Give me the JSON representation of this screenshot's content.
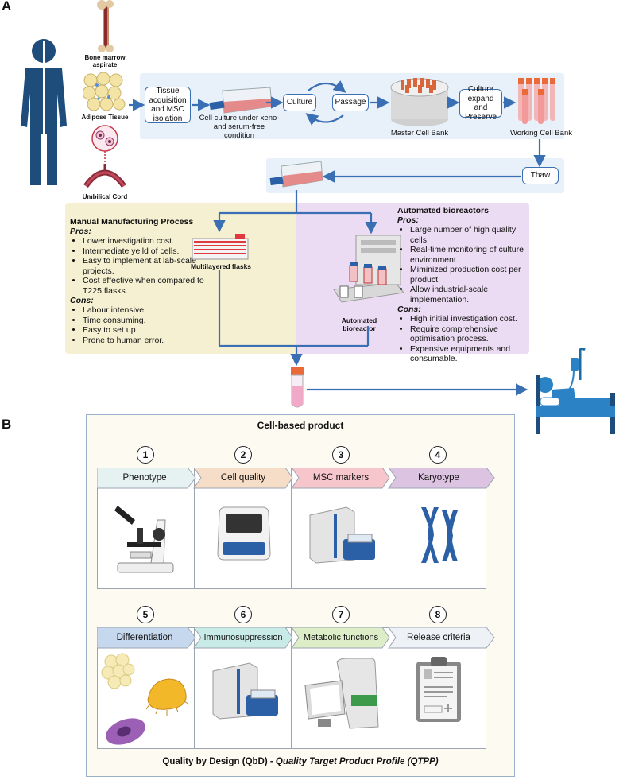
{
  "panel_a": {
    "letter": "A",
    "sources": {
      "bone_marrow": "Bone marrow aspirate",
      "adipose": "Adipose Tissue",
      "umbilical": "Umbilical Cord"
    },
    "flow": {
      "tissue_acq": "Tissue acquisition and MSC isolation",
      "cell_culture": "Cell culture under xeno- and serum-free condition",
      "culture": "Culture",
      "passage": "Passage",
      "master_bank": "Master Cell Bank",
      "expand": "Culture expand and Preserve",
      "working_bank": "Working Cell Bank",
      "thaw": "Thaw"
    },
    "manual": {
      "title": "Manual Manufacturing Process",
      "pros_label": "Pros:",
      "pros": [
        "Lower investigation cost.",
        "Intermediate yeild of cells.",
        "Easy to implement at lab-scale projects.",
        "Cost effective when compared to T225 flasks."
      ],
      "cons_label": "Cons:",
      "cons": [
        "Labour intensive.",
        "Time consuming.",
        "Easy to set up.",
        "Prone to human error."
      ],
      "device_label": "Multilayered flasks"
    },
    "auto": {
      "title": "Automated bioreactors",
      "pros_label": "Pros:",
      "pros": [
        "Large number of high quality cells.",
        "Real-time monitoring of culture environment.",
        "Miminized production cost per product.",
        "Allow industrial-scale implementation."
      ],
      "cons_label": "Cons:",
      "cons": [
        "High initial investigation cost.",
        "Require comprehensive optimisation process.",
        "Expensive equipments and consumable."
      ],
      "device_label": "Automated bioreactor"
    }
  },
  "panel_b": {
    "letter": "B",
    "title": "Cell-based product",
    "steps": [
      {
        "num": "1",
        "label": "Phenotype",
        "color": "#e6f1f2"
      },
      {
        "num": "2",
        "label": "Cell quality",
        "color": "#f6ddc8"
      },
      {
        "num": "3",
        "label": "MSC markers",
        "color": "#f6c6cc"
      },
      {
        "num": "4",
        "label": "Karyotype",
        "color": "#dcc3e2"
      },
      {
        "num": "5",
        "label": "Differentiation",
        "color": "#c5d8ee"
      },
      {
        "num": "6",
        "label": "Immunosuppression",
        "color": "#c9ebe8"
      },
      {
        "num": "7",
        "label": "Metabolic functions",
        "color": "#dcedc8"
      },
      {
        "num": "8",
        "label": "Release criteria",
        "color": "#eef1f6"
      }
    ],
    "footer_bold": "Quality by Design (QbD) -",
    "footer_italic": "Quality Target Product Profile (QTPP)"
  },
  "colors": {
    "arrow": "#3b6fb3",
    "person": "#1e4d7b",
    "manual_bg": "#f5f0d2",
    "auto_bg": "#ecdcf3",
    "flow_bg": "#e8f0fa",
    "panel_b_bg": "#fcfaf1"
  }
}
